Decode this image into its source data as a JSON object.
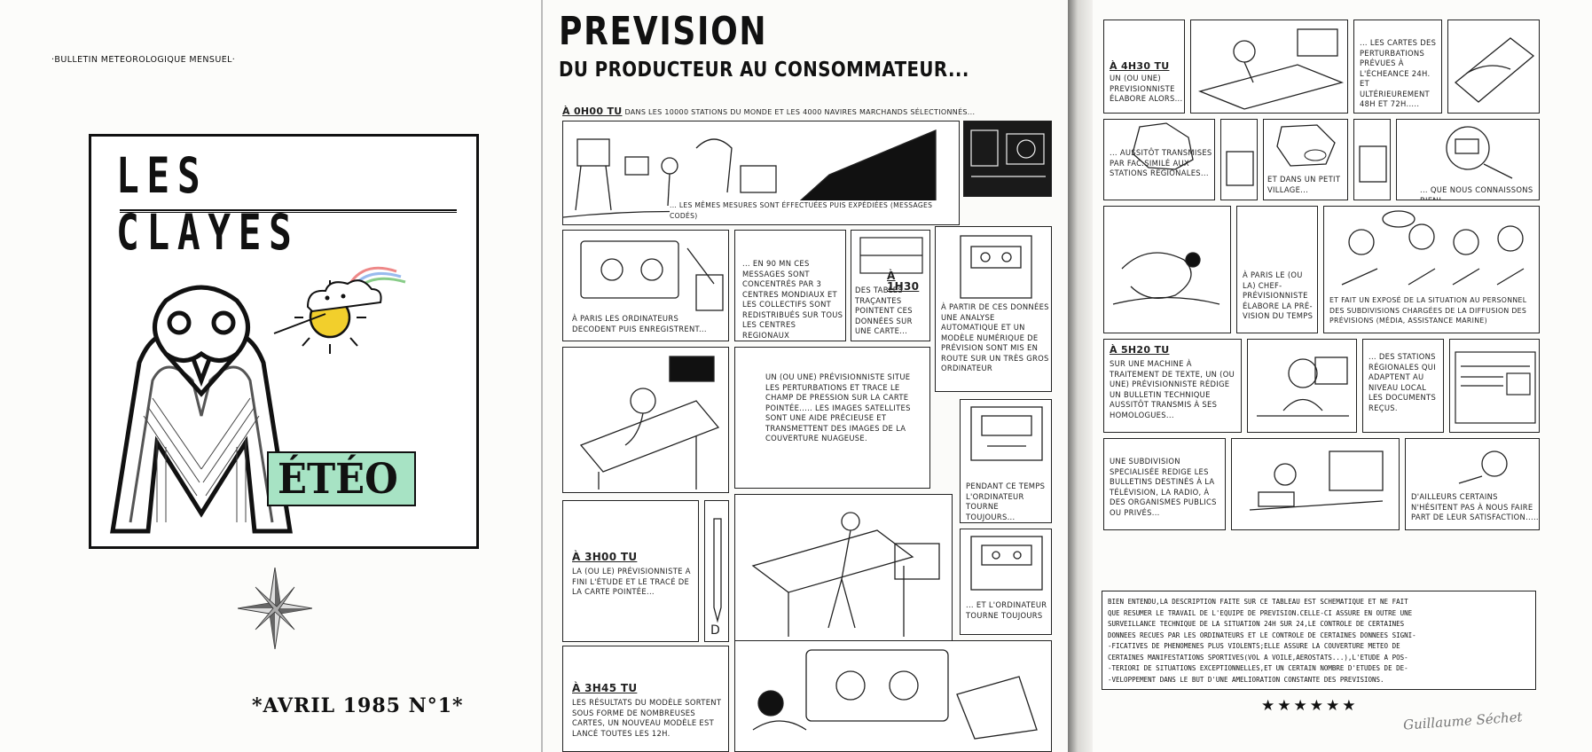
{
  "cover": {
    "bulletin": "·BULLETIN METEOROLOGIQUE MENSUEL·",
    "title": "LES CLAYES",
    "logo_word": "ÉTÉO",
    "date": "*AVRIL 1985  N°1*"
  },
  "forecast": {
    "title_line1": "PREVISION",
    "title_line2": "DU PRODUCTEUR AU CONSOMMATEUR...",
    "row1_time": "À 0h00 TU",
    "row1_caption": "DANS LES 10000 STATIONS DU MONDE ET LES 4000 NAVIRES MARCHANDS SÉLECTIONNÉS...",
    "row1_sub": "... LES MÊMES MESURES SONT ÉFFECTUÉES PUIS EXPÉDIÉES (MESSAGES CODÉS)",
    "p_paris": "À PARIS LES ORDINATEURS DECODENT PUIS ENREGISTRENT...",
    "p_90mn": "... EN 90 mn CES MESSAGES SONT CONCENTRÉS PAR 3 CENTRES MONDIAUX ET LES COLLECTIFS SONT REDISTRIBUÉS SUR TOUS LES CENTRES REGIONAUX",
    "p_1h30_time": "À 1h30",
    "p_1h30_text": "DES TABLES TRAÇANTES POINTENT CES DONNÉES SUR UNE CARTE...",
    "p_analyse": "À PARTIR DE CES DONNÉES UNE ANALYSE AUTOMATIQUE ET UN MODÈLE NUMÉRIQUE DE PRÉVISION SONT MIS EN ROUTE SUR UN TRÈS GROS ORDINATEUR",
    "p_situe": "UN (OU UNE) PRÉVISIONNISTE SITUE LES PERTURBATIONS ET TRACE LE CHAMP DE PRESSION SUR LA CARTE POINTÉE..... LES IMAGES SATELLITES SONT UNE AIDE PRÉCIEUSE ET TRANSMETTENT DES IMAGES DE LA COUVERTURE NUAGEUSE.",
    "p_pendant": "PENDANT CE TEMPS L'ORDINATEUR TOURNE TOUJOURS...",
    "p_3h00_time": "À 3h00 TU",
    "p_3h00_text": "LA (OU LE) PRÉVISIONNISTE A FINI L'ÉTUDE ET LE TRACÉ DE LA CARTE POINTÉE...",
    "p_ordi": "... ET L'ORDINATEUR TOURNE TOUJOURS",
    "p_3h45_time": "À 3h45 TU",
    "p_3h45_text": "LES RÉSULTATS DU MODÈLE SORTENT SOUS FORME DE NOMBREUSES CARTES, UN NOUVEAU MODÈLE EST LANCÉ TOUTES LES 12h."
  },
  "continued": {
    "p_4h30_time": "À 4h30 TU",
    "p_4h30_text": "UN (OU UNE) PREVISIONNISTE ÉLABORE ALORS...",
    "p_cartes": "... LES CARTES DES PERTURBATIONS PRÉVUES À L'ÉCHEANCE 24h. ET ULTÉRIEUREMENT 48h ET 72h.....",
    "p_fac": "... AUSSITÔT TRANSMISES PAR FAC.SIMILÉ AUX STATIONS RÉGIONALES...",
    "p_village": "ET DANS UN PETIT VILLAGE...",
    "p_connaissons": "... QUE NOUS CONNAISSONS BIEN!",
    "p_chef": "À PARIS LE (OU LA) CHEF-PRÉVISIONNISTE ÉLABORE LA PRÉ-VISION DU TEMPS",
    "p_expose": "ET FAIT UN EXPOSÉ DE LA SITUATION AU PERSONNEL DES SUBDIVISIONS CHARGÉES DE LA DIFFUSION DES PRÉVISIONS (MÉDIA, ASSISTANCE MARINE)",
    "p_5h20_time": "À 5h20 TU",
    "p_5h20_text": "SUR UNE MACHINE À TRAITEMENT DE TEXTE, UN (OU UNE) PRÉVISIONNISTE RÉDIGE UN BULLETIN TECHNIQUE AUSSITÔT TRANSMIS À SES HOMOLOGUES...",
    "p_stations": "... DES STATIONS RÉGIONALES QUI ADAPTENT AU NIVEAU LOCAL LES DOCUMENTS REÇUS.",
    "p_subdiv": "UNE SUBDIVISION SPECIALISÉE REDIGE LES BULLETINS DESTINÉS À LA TÉLÉVISION, LA RADIO, À DES ORGANISMES PUBLICS OU PRIVÉS...",
    "p_satisfaction": "D'AILLEURS CERTAINS N'HÉSITENT PAS À NOUS FAIRE PART DE LEUR SATISFACTION.....",
    "summary": [
      "BIEN ENTENDU,LA DESCRIPTION FAITE SUR CE TABLEAU EST SCHEMATIQUE ET NE FAIT",
      "QUE RESUMER LE TRAVAIL DE L'EQUIPE DE PREVISION.CELLE-CI ASSURE EN OUTRE UNE",
      "SURVEILLANCE TECHNIQUE DE LA SITUATION 24H SUR 24,LE CONTROLE DE CERTAINES",
      "DONNEES RECUES PAR LES ORDINATEURS ET LE CONTROLE DE CERTAINES DONNEES SIGNI-",
      "-FICATIVES DE PHENOMENES PLUS VIOLENTS;ELLE ASSURE LA COUVERTURE METEO DE",
      "CERTAINES MANIFESTATIONS SPORTIVES(VOL A VOILE,AEROSTATS...),L'ETUDE A POS-",
      "-TERIORI DE SITUATIONS EXCEPTIONNELLES,ET UN CERTAIN NOMBRE D'ETUDES DE DE-",
      "-VELOPPEMENT DANS LE BUT D'UNE AMELIORATION CONSTANTE DES PREVISIONS."
    ],
    "stars": "★★★★★★",
    "signature": "Guillaume Séchet"
  },
  "colors": {
    "logo_green": "#a7e3c4",
    "sun_yellow": "#f2cf2c",
    "ink": "#111111"
  }
}
